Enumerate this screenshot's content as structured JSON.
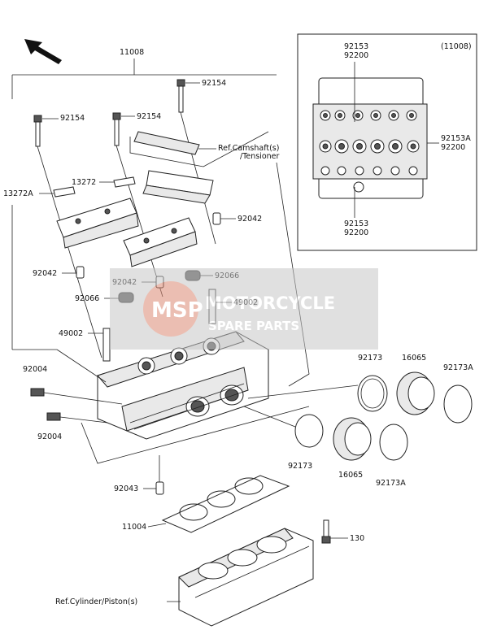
{
  "labels": {
    "l11008": "11008",
    "l92154a": "92154",
    "l92154b": "92154",
    "l92154c": "92154",
    "l13272": "13272",
    "l13272a": "13272A",
    "l92042a": "92042",
    "l92042b": "92042",
    "l92042c": "92042",
    "l92066a": "92066",
    "l92066b": "92066",
    "l49002a": "49002",
    "l49002b": "49002",
    "l92004a": "92004",
    "l92004b": "92004",
    "l92043": "92043",
    "l11004": "11004",
    "l130": "130",
    "l92173a": "92173",
    "l92173b": "92173",
    "l92173Aa": "92173A",
    "l92173Ab": "92173A",
    "l16065a": "16065",
    "l16065b": "16065",
    "refCam1": "Ref.Camshaft(s)",
    "refCam2": "/Tensioner",
    "refCyl": "Ref.Cylinder/Piston(s)"
  },
  "inset": {
    "title": "(11008)",
    "t92153": "92153",
    "t92200": "92200",
    "r92153A": "92153A",
    "r92200": "92200",
    "b92153": "92153",
    "b92200": "92200"
  },
  "watermark": {
    "logo": "MSP",
    "line1": "MOTORCYCLE",
    "line2": "SPARE PARTS"
  }
}
